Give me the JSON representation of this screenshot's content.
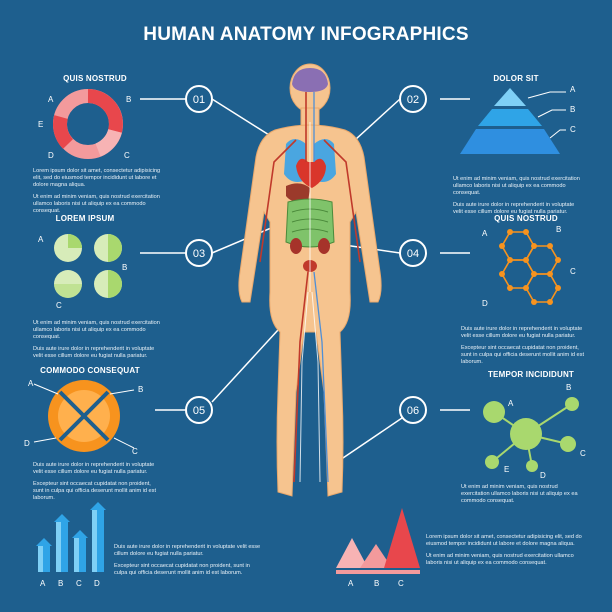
{
  "title": "HUMAN ANATOMY INFOGRAPHICS",
  "markers": [
    "01",
    "02",
    "03",
    "04",
    "05",
    "06"
  ],
  "panels": {
    "quis_nostrud_left": {
      "heading": "QUIS NOSTRUD",
      "labels": [
        "A",
        "B",
        "C",
        "D",
        "E"
      ],
      "paragraphs": [
        "Lorem ipsum dolor sit amet, consectetur adipisicing elit, sed do eiusmod tempor incididunt ut labore et dolore magna aliqua.",
        "Ut enim ad minim veniam, quis nostrud exercitation ullamco laboris nisi ut aliquip ex ea commodo consequat."
      ]
    },
    "lorem_ipsum": {
      "heading": "LOREM IPSUM",
      "labels": [
        "A",
        "B",
        "C"
      ],
      "paragraphs": [
        "Ut enim ad minim veniam, quis nostrud exercitation ullamco laboris nisi ut aliquip ex ea commodo consequat.",
        "Duis aute irure dolor in reprehenderit in voluptate velit esse cillum dolore eu fugiat nulla pariatur."
      ]
    },
    "commodo_consequat": {
      "heading": "COMMODO CONSEQUAT",
      "labels": [
        "A",
        "B",
        "C",
        "D"
      ],
      "paragraphs": [
        "Duis aute irure dolor in reprehenderit in voluptate velit esse cillum dolore eu fugiat nulla pariatur.",
        "Excepteur sint occaecat cupidatat non proident, sunt in culpa qui officia deserunt mollit anim id est laborum."
      ]
    },
    "bars_bottom_left": {
      "labels": [
        "A",
        "B",
        "C",
        "D"
      ],
      "paragraphs": [
        "Duis aute irure dolor in reprehenderit in voluptate velit esse cillum dolore eu fugiat nulla pariatur.",
        "Excepteur sint occaecat cupidatat non proident, sunt in culpa qui officia deserunt mollit anim id est laborum."
      ]
    },
    "dolor_sit": {
      "heading": "DOLOR SIT",
      "labels": [
        "A",
        "B",
        "C"
      ],
      "paragraphs": [
        "Ut enim ad minim veniam, quis nostrud exercitation ullamco laboris nisi ut aliquip ex ea commodo consequat.",
        "Duis aute irure dolor in reprehenderit in voluptate velit esse cillum dolore eu fugiat nulla pariatur."
      ]
    },
    "quis_nostrud_right": {
      "heading": "QUIS NOSTRUD",
      "labels": [
        "A",
        "B",
        "C",
        "D"
      ],
      "paragraphs": [
        "Duis aute irure dolor in reprehenderit in voluptate velit esse cillum dolore eu fugiat nulla pariatur.",
        "Excepteur sint occaecat cupidatat non proident, sunt in culpa qui officia deserunt mollit anim id est laborum."
      ]
    },
    "tempor_incididunt": {
      "heading": "TEMPOR INCIDIDUNT",
      "labels": [
        "A",
        "B",
        "C",
        "D",
        "E"
      ],
      "paragraphs": [
        "Ut enim ad minim veniam, quis nostrud exercitation ullamco laboris nisi ut aliquip ex ea commodo consequat."
      ]
    },
    "triangles_bottom_right": {
      "labels": [
        "A",
        "B",
        "C"
      ],
      "paragraphs": [
        "Lorem ipsum dolor sit amet, consectetur adipisicing elit, sed do eiusmod tempor incididunt ut labore et dolore magna aliqua.",
        "Ut enim ad minim veniam, quis nostrud exercitation ullamco laboris nisi ut aliquip ex ea commodo consequat."
      ]
    }
  },
  "colors": {
    "background": "#1e5f8e",
    "red": "#e8474c",
    "pink": "#f39a9c",
    "green": "#a9d86e",
    "orange": "#f7931e",
    "blue": "#2fa4e7",
    "skin": "#f6c48f"
  }
}
